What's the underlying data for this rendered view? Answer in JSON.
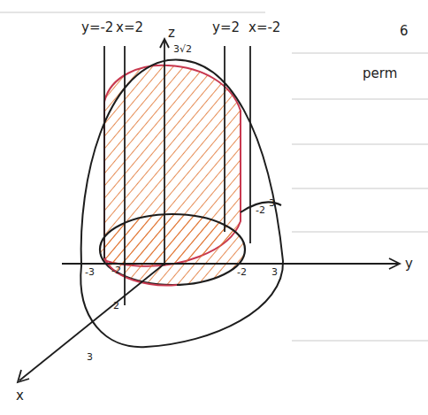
{
  "diagram": {
    "labels": [
      "y=-2",
      "x=2",
      "z",
      "3√2",
      "y=2",
      "x=-2",
      "6",
      "perm",
      "-3",
      "-2",
      "-2",
      "3",
      "y",
      "2",
      "3",
      "x",
      "-2",
      "3"
    ]
  }
}
